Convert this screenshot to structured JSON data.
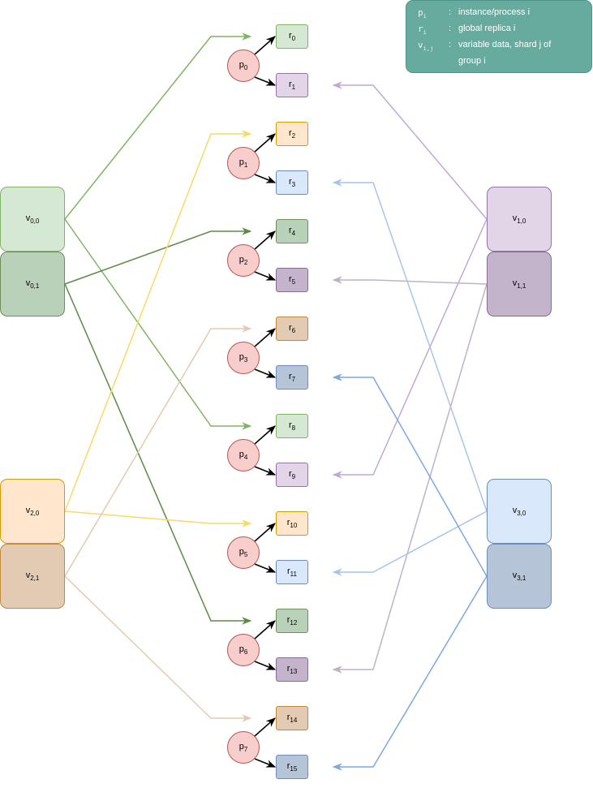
{
  "legend": {
    "rows": [
      {
        "sym": "p",
        "sub": "i",
        "colon": ":",
        "text": "instance/process i"
      },
      {
        "sym": "r",
        "sub": "i",
        "colon": ":",
        "text": "global replica i"
      },
      {
        "sym": "v",
        "sub": "i,j",
        "colon": ":",
        "text": "variable data, shard j of"
      },
      {
        "sym": "",
        "sub": "",
        "colon": "",
        "text": "group i"
      }
    ]
  },
  "processes": [
    {
      "name": "p",
      "sub": "0"
    },
    {
      "name": "p",
      "sub": "1"
    },
    {
      "name": "p",
      "sub": "2"
    },
    {
      "name": "p",
      "sub": "3"
    },
    {
      "name": "p",
      "sub": "4"
    },
    {
      "name": "p",
      "sub": "5"
    },
    {
      "name": "p",
      "sub": "6"
    },
    {
      "name": "p",
      "sub": "7"
    }
  ],
  "replicas": [
    {
      "name": "r",
      "sub": "0"
    },
    {
      "name": "r",
      "sub": "1"
    },
    {
      "name": "r",
      "sub": "2"
    },
    {
      "name": "r",
      "sub": "3"
    },
    {
      "name": "r",
      "sub": "4"
    },
    {
      "name": "r",
      "sub": "5"
    },
    {
      "name": "r",
      "sub": "6"
    },
    {
      "name": "r",
      "sub": "7"
    },
    {
      "name": "r",
      "sub": "8"
    },
    {
      "name": "r",
      "sub": "9"
    },
    {
      "name": "r",
      "sub": "10"
    },
    {
      "name": "r",
      "sub": "11"
    },
    {
      "name": "r",
      "sub": "12"
    },
    {
      "name": "r",
      "sub": "13"
    },
    {
      "name": "r",
      "sub": "14"
    },
    {
      "name": "r",
      "sub": "15"
    }
  ],
  "variables": [
    {
      "id": "v00",
      "name": "v",
      "sub": "0,0"
    },
    {
      "id": "v01",
      "name": "v",
      "sub": "0,1"
    },
    {
      "id": "v20",
      "name": "v",
      "sub": "2,0"
    },
    {
      "id": "v21",
      "name": "v",
      "sub": "2,1"
    },
    {
      "id": "v10",
      "name": "v",
      "sub": "1,0"
    },
    {
      "id": "v11",
      "name": "v",
      "sub": "1,1"
    },
    {
      "id": "v30",
      "name": "v",
      "sub": "3,0"
    },
    {
      "id": "v31",
      "name": "v",
      "sub": "3,1"
    }
  ],
  "edges": [
    {
      "from": "v00",
      "to": "r0"
    },
    {
      "from": "v00",
      "to": "r8"
    },
    {
      "from": "v01",
      "to": "r4"
    },
    {
      "from": "v01",
      "to": "r12"
    },
    {
      "from": "v20",
      "to": "r2"
    },
    {
      "from": "v20",
      "to": "r10"
    },
    {
      "from": "v21",
      "to": "r6"
    },
    {
      "from": "v21",
      "to": "r14"
    },
    {
      "from": "v10",
      "to": "r1"
    },
    {
      "from": "v10",
      "to": "r9"
    },
    {
      "from": "v11",
      "to": "r5"
    },
    {
      "from": "v11",
      "to": "r13"
    },
    {
      "from": "v30",
      "to": "r3"
    },
    {
      "from": "v30",
      "to": "r11"
    },
    {
      "from": "v31",
      "to": "r7"
    },
    {
      "from": "v31",
      "to": "r15"
    }
  ],
  "colors": {
    "process_fill": "#F8CECC",
    "process_stroke": "#B85450",
    "v00_fill": "#D5E8D4",
    "v00_stroke": "#82B366",
    "v01_fill": "#B9D1B8",
    "v01_stroke": "#6D8F5C",
    "v20_fill": "#FFE6CC",
    "v20_stroke": "#D79B00",
    "v21_fill": "#E3CAB3",
    "v21_stroke": "#C28A38",
    "v10_fill": "#E1D5E7",
    "v10_stroke": "#9673A6",
    "v11_fill": "#C3B4CB",
    "v11_stroke": "#8A6A98",
    "v30_fill": "#DAE8FC",
    "v30_stroke": "#6C8EBF",
    "v31_fill": "#B6C4D8",
    "v31_stroke": "#6C8EBF",
    "edge_v00": "#82B366",
    "edge_v01": "#5C8A46",
    "edge_v20": "#F5DA66",
    "edge_v21": "#E2CBB0",
    "edge_v10": "#C2A9D2",
    "edge_v11": "#BFB2C6",
    "edge_v30": "#A9C4E8",
    "edge_v31": "#7EA6E0",
    "arrow_black": "#000000"
  }
}
